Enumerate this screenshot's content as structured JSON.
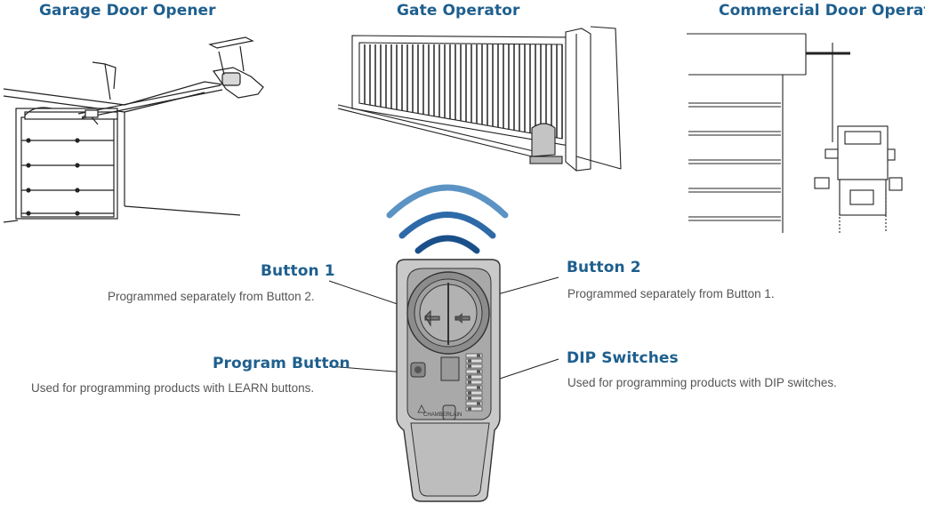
{
  "products": {
    "garage": {
      "title": "Garage Door Opener"
    },
    "gate": {
      "title": "Gate Operator"
    },
    "commercial": {
      "title": "Commercial Door Operator"
    }
  },
  "callouts": {
    "button1": {
      "title": "Button 1",
      "desc": "Programmed separately from Button 2."
    },
    "button2": {
      "title": "Button 2",
      "desc": "Programmed separately from Button 1."
    },
    "program": {
      "title": "Program Button",
      "desc": "Used for programming products with LEARN buttons."
    },
    "dip": {
      "title": "DIP Switches",
      "desc": "Used for programming products with DIP switches."
    }
  },
  "remote": {
    "brand_label": "CHAMBERLAIN"
  },
  "colors": {
    "heading": "#1e5f8e",
    "wave_outer": "#5b93c4",
    "wave_middle": "#2e6aa8",
    "wave_inner": "#1a4f8a",
    "remote_body": "#c9c9c9",
    "line_art": "#222222"
  }
}
